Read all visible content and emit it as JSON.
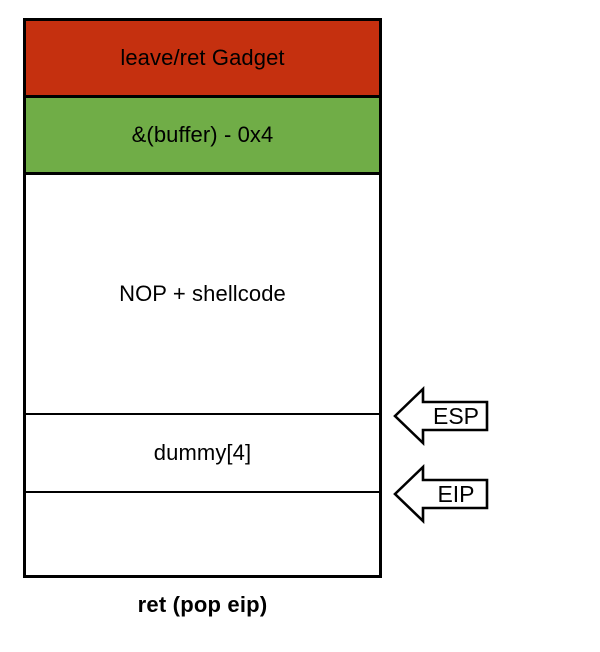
{
  "diagram": {
    "title_caption": "ret (pop eip)",
    "stack": {
      "cells": [
        {
          "label": "leave/ret Gadget",
          "color": "#C5300F"
        },
        {
          "label": "&(buffer) - 0x4",
          "color": "#70AD47"
        },
        {
          "label": "NOP + shellcode",
          "color": "#FFFFFF"
        },
        {
          "label": "dummy[4]",
          "color": "#FFFFFF"
        },
        {
          "label": "",
          "color": "#FFFFFF"
        }
      ]
    },
    "pointers": [
      {
        "label": "ESP",
        "icon": "left-arrow-icon"
      },
      {
        "label": "EIP",
        "icon": "left-arrow-icon"
      }
    ],
    "colors": {
      "border": "#000000",
      "red": "#C5300F",
      "green": "#70AD47",
      "white": "#FFFFFF",
      "text": "#000000"
    }
  }
}
